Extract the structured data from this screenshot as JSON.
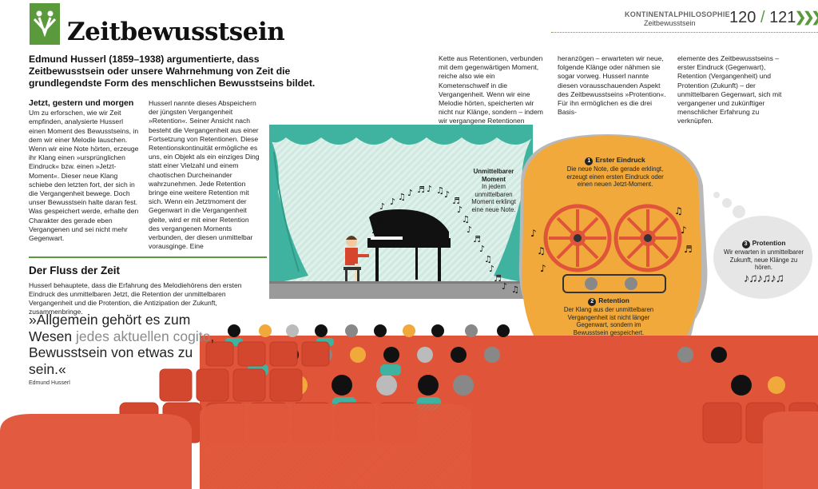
{
  "header": {
    "section": "KONTINENTALPHILOSOPHIE",
    "subsection": "Zeitbewusstsein",
    "page_left": "120",
    "page_sep": "/",
    "page_right": "121",
    "chevrons": "❯❯❯"
  },
  "title": "Zeitbewusstsein",
  "intro": "Edmund Husserl (1859–1938) argumentierte, dass Zeitbewusstsein oder unsere Wahrnehmung von Zeit die grundlegendste Form des menschlichen Bewusstseins bildet.",
  "col1": {
    "heading": "Jetzt, gestern und morgen",
    "text": "Um zu erforschen, wie wir Zeit empfinden, analysierte Husserl einen Moment des Bewusstseins, in dem wir einer Melodie lauschen. Wenn wir eine Note hörten, erzeuge ihr Klang einen »ursprünglichen Eindruck« bzw. einen »Jetzt-Moment«. Dieser neue Klang schiebe den letzten fort, der sich in die Vergangenheit bewege. Doch unser Bewusstsein halte daran fest. Was gespeichert werde, erhalte den Charakter des gerade eben Vergangenen und sei nicht mehr Gegenwart."
  },
  "col2": {
    "text": "Husserl nannte dieses Abspeichern der jüngsten Vergangenheit »Retention«. Seiner Ansicht nach besteht die Vergangenheit aus einer Fortsetzung von Retentionen. Diese Retentionskontinuität ermögliche es uns, ein Objekt als ein einziges Ding statt einer Vielzahl und einem chaotischen Durcheinander wahrzunehmen. Jede Retention bringe eine weitere Retention mit sich. Wenn ein Jetztmoment der Gegenwart in die Vergangenheit gleite, wird er mit einer Retention des vergangenen Moments verbunden, der diesen unmittelbar vorausginge. Eine"
  },
  "col3": {
    "text": "Kette aus Retentionen, verbunden mit dem gegenwärtigen Moment, reiche also wie ein Kometenschweif in die Vergangenheit. Wenn wir eine Melodie hörten, speicherten wir nicht nur Klänge, sondern – indem wir vergangene Retentionen"
  },
  "col4": {
    "text": "heranzögen – erwarteten wir neue, folgende Klänge oder nähmen sie sogar vorweg. Husserl nannte diesen vorausschauenden Aspekt des Zeitbewusstseins »Protention«. Für ihn ermöglichen es die drei Basis-"
  },
  "col5": {
    "text": "elemente des Zeitbewusstseins – erster Eindruck (Gegenwart), Retention (Vergangenheit) und Protention (Zukunft) – der unmittelbaren Gegenwart, sich mit vergangener und zukünftiger menschlicher Erfahrung zu verknüpfen."
  },
  "section2": {
    "title": "Der Fluss der Zeit",
    "text": "Husserl behauptete, dass die Erfahrung des Melodiehörens den ersten Eindruck des unmittelbaren Jetzt, die Retention der unmittelbaren Vergangenheit und die Protention, die Antizipation der Zukunft, zusammenbringe."
  },
  "quote": {
    "part1": "»Allgemein gehört es zum Wesen ",
    "highlight": "jedes aktuellen cogito",
    "part2": ", Bewusstsein von etwas zu sein.«",
    "author": "Edmund Husserl"
  },
  "callouts": {
    "moment_title": "Unmittelbarer Moment",
    "moment_text": "In jedem unmittelbaren Moment erklingt eine neue Note.",
    "c1_num": "1",
    "c1_title": "Erster Eindruck",
    "c1_text": "Die neue Note, die gerade erklingt, erzeugt einen ersten Eindruck oder einen neuen Jetzt-Moment.",
    "c2_num": "2",
    "c2_title": "Retention",
    "c2_text": "Der Klang aus der unmittelbaren Vergangenheit ist nicht länger Gegenwart, sondern im Bewusstsein gespeichert.",
    "c3_num": "3",
    "c3_title": "Protention",
    "c3_text": "Wir erwarten in unmittelbarer Zukunft, neue Klänge zu hören."
  },
  "colors": {
    "green": "#5a9a3c",
    "teal": "#3fb3a0",
    "seat": "#e0553a",
    "seat_dark": "#c8432c",
    "head": "#f0a93a",
    "reel": "#e0553a"
  }
}
